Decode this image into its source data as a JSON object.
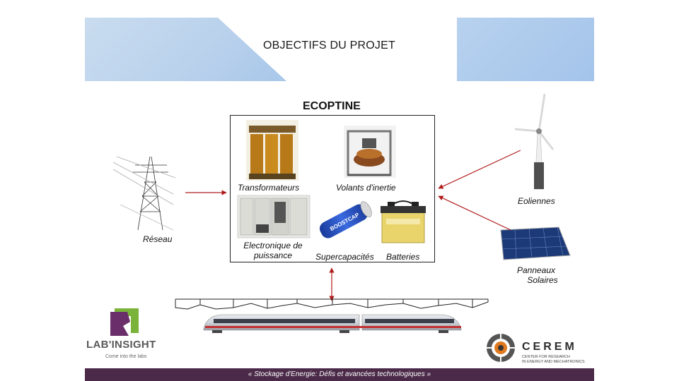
{
  "header": {
    "title": "OBJECTIFS DU PROJET"
  },
  "diagram": {
    "center_title": "ECOPTINE",
    "left_label": "Réseau",
    "right_labels": {
      "wind": "Eoliennes",
      "solar_line1": "Panneaux",
      "solar_line2": "Solaires"
    },
    "components": {
      "transformers": "Transformateurs",
      "flywheels": "Volants d'inertie",
      "power_electronics_line1": "Electronique de",
      "power_electronics_line2": "puissance",
      "supercaps": "Supercapacités",
      "batteries": "Batteries"
    }
  },
  "logos": {
    "lab_insight": "LAB'INSIGHT",
    "lab_insight_sub": "Come into the labs",
    "cerem": "CEREM",
    "cerem_sub_line1": "CENTER FOR RESEARCH",
    "cerem_sub_line2": "IN ENERGY AND MECHATRONICS"
  },
  "footer": {
    "text": "« Stockage d'Energie: Défis et avancées technologiques »"
  },
  "colors": {
    "arrow": "#b01c1c",
    "footer_bg": "#4a2a48",
    "header_blue": "#b9d1ec"
  }
}
